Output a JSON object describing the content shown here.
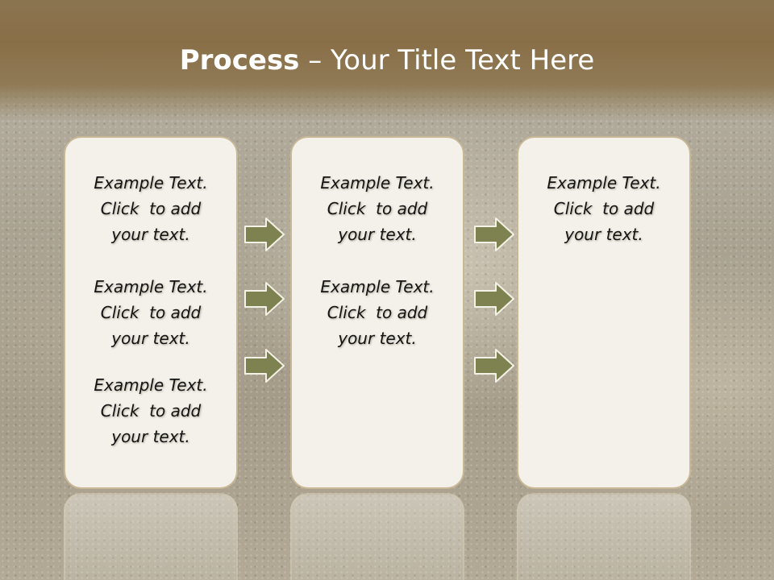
{
  "slide": {
    "title_bold": "Process",
    "title_rest": " – Your Title Text Here"
  },
  "columns": [
    {
      "blocks": [
        {
          "line1": "Example Text.",
          "line2": "Click  to add",
          "line3": "your text."
        },
        {
          "line1": "Example Text.",
          "line2": "Click  to add",
          "line3": "your text."
        },
        {
          "line1": "Example Text.",
          "line2": "Click  to add",
          "line3": "your text."
        }
      ]
    },
    {
      "blocks": [
        {
          "line1": "Example Text.",
          "line2": "Click  to add",
          "line3": "your text."
        },
        {
          "line1": "Example Text.",
          "line2": "Click  to add",
          "line3": "your text."
        }
      ]
    },
    {
      "blocks": [
        {
          "line1": "Example Text.",
          "line2": "Click  to add",
          "line3": "your text."
        }
      ]
    }
  ],
  "colors": {
    "header": "#8a7450",
    "card_fill": "#f3f1ea",
    "card_border": "#c9b896",
    "arrow_fill": "#7e8251",
    "arrow_stroke": "#f4f1e6"
  },
  "icons": {
    "arrow": "right-arrow-icon"
  }
}
